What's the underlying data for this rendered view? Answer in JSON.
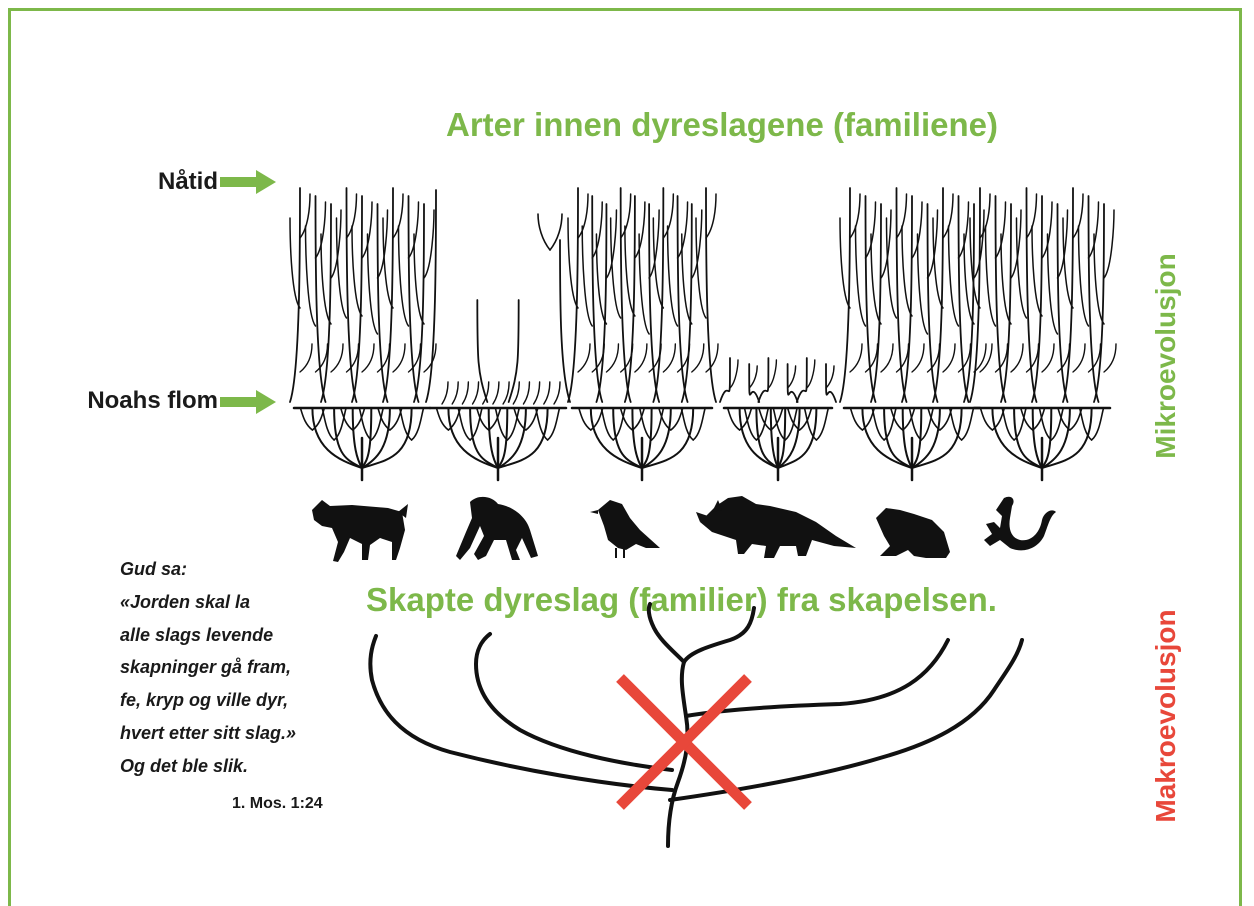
{
  "title_top": "Arter innen dyreslagene (familiene)",
  "title_mid": "Skapte dyreslag (familier) fra skapelsen.",
  "markers": {
    "present": "Nåtid",
    "flood": "Noahs flom"
  },
  "side_labels": {
    "micro": "Mikroevolusjon",
    "macro": "Makroevolusjon"
  },
  "quote": {
    "lines": [
      "Gud sa:",
      "«Jorden skal la",
      "alle slags levende",
      "skapninger gå fram,",
      "fe, kryp og ville dyr,",
      "hvert etter sitt slag.»",
      "Og det ble slik."
    ],
    "reference": "1. Mos. 1:24"
  },
  "animals": [
    "wolf-icon",
    "chimpanzee-icon",
    "bird-icon",
    "triceratops-icon",
    "frog-icon",
    "lizard-icon"
  ],
  "colors": {
    "accent_green": "#7db84a",
    "cross_red": "#e8473a",
    "ink": "#111111"
  }
}
